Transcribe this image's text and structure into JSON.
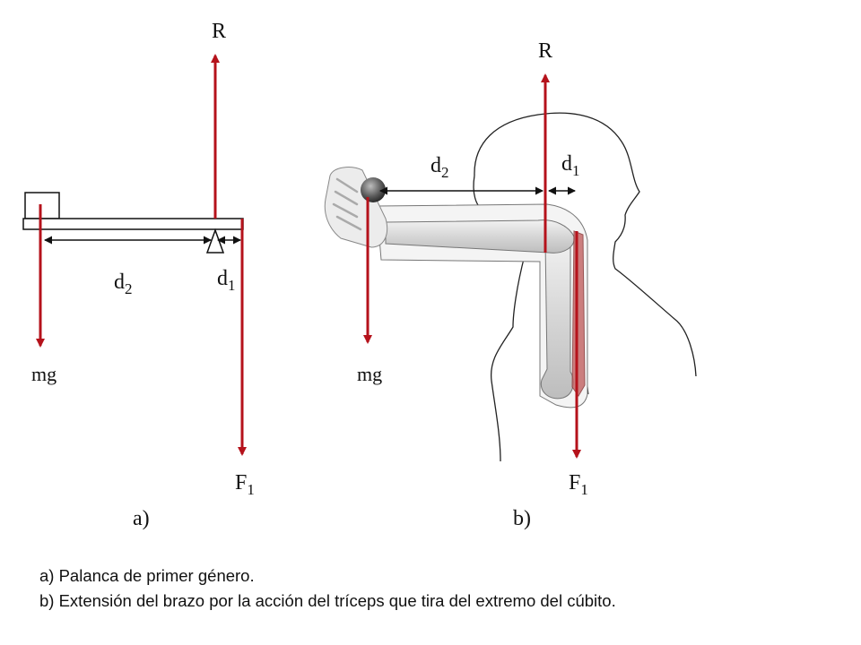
{
  "colors": {
    "force_arrow": "#b5121b",
    "line": "#111111",
    "bone": "#d9d9d9",
    "muscle": "#c46a6a"
  },
  "panel_a": {
    "label": "a)",
    "forces": {
      "reaction": "R",
      "load": "mg",
      "effort": "F",
      "effort_sub": "1"
    },
    "distances": {
      "load_arm": "d",
      "load_arm_sub": "2",
      "effort_arm": "d",
      "effort_arm_sub": "1"
    }
  },
  "panel_b": {
    "label": "b)",
    "forces": {
      "reaction": "R",
      "load": "mg",
      "effort": "F",
      "effort_sub": "1"
    },
    "distances": {
      "load_arm": "d",
      "load_arm_sub": "2",
      "effort_arm": "d",
      "effort_arm_sub": "1"
    }
  },
  "captions": [
    "a) Palanca de primer género.",
    "b) Extensión del brazo por la acción del tríceps que tira del extremo del cúbito."
  ]
}
